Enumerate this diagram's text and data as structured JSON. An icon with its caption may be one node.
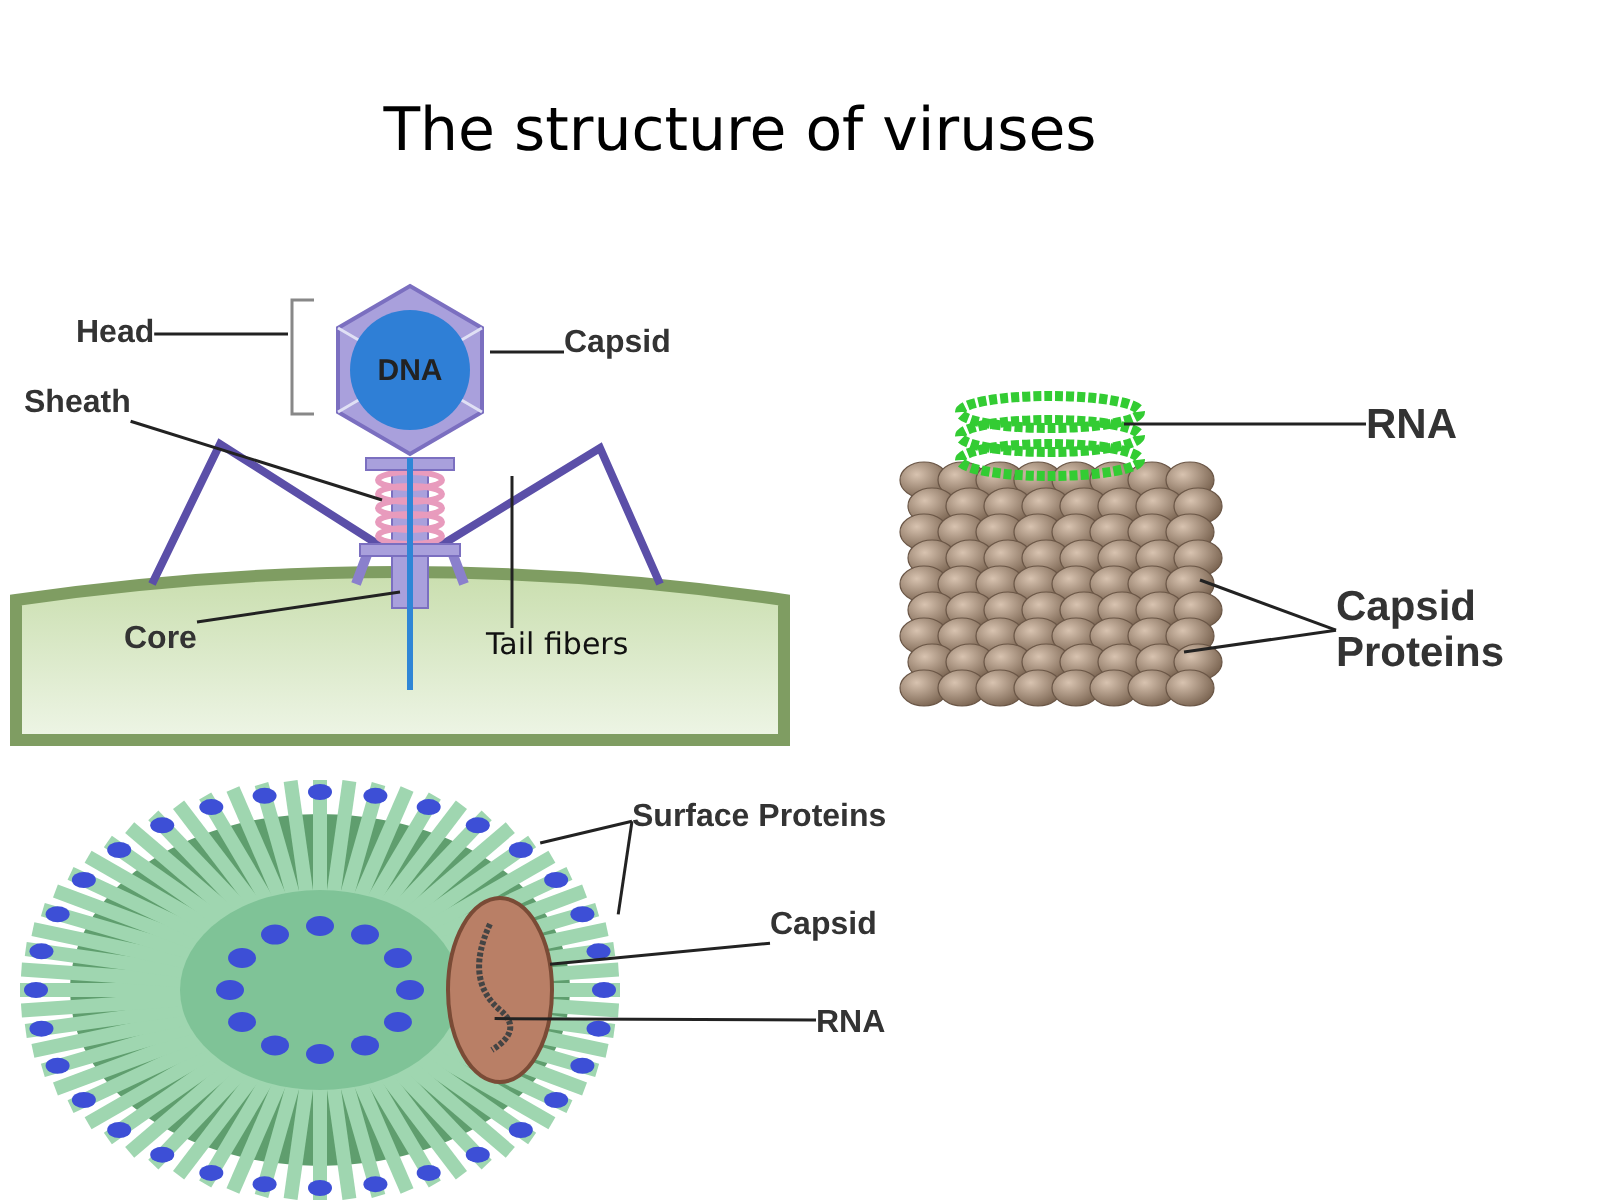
{
  "diagram": {
    "title": "The structure of viruses",
    "nodes": [
      {
        "text": [
          "Head"
        ]
      },
      {
        "text": [
          "Capsid"
        ]
      },
      {
        "text": [
          "Sheath"
        ]
      },
      {
        "text": [
          "Core"
        ]
      },
      {
        "text": [
          "Tail fibers"
        ]
      },
      {
        "text": [
          "RNA"
        ]
      },
      {
        "text": [
          "Capsid Proteins"
        ]
      },
      {
        "text": [
          "Surface Proteins"
        ]
      },
      {
        "text": [
          "Capsid"
        ]
      },
      {
        "text": [
          "RNA"
        ]
      },
      {
        "text": [
          "DNA"
        ]
      },
      {
        "text": [],
        "shape": "picture"
      },
      {
        "text": [],
        "shape": "picture",
        "in": 11
      },
      {
        "text": [],
        "shape": "picture",
        "in": 12
      }
    ],
    "edges": [
      {
        "from": 0,
        "to": 10,
        "arrow": "none"
      },
      {
        "from": 1,
        "to": 10,
        "arrow": "none"
      },
      {
        "from": 2,
        "to": null,
        "arrow": "none"
      },
      {
        "from": 3,
        "to": null,
        "arrow": "none"
      },
      {
        "from": 4,
        "to": null,
        "arrow": "none"
      },
      {
        "from": 5,
        "to": null,
        "arrow": "none"
      },
      {
        "from": 6,
        "to": null,
        "arrow": "none"
      },
      {
        "from": 6,
        "to": null,
        "arrow": "none"
      },
      {
        "from": 7,
        "to": 11,
        "arrow": "none"
      },
      {
        "from": 7,
        "to": 11,
        "arrow": "none"
      },
      {
        "from": 8,
        "to": 12,
        "arrow": "none"
      },
      {
        "from": 9,
        "to": 13,
        "arrow": "none"
      }
    ]
  }
}
